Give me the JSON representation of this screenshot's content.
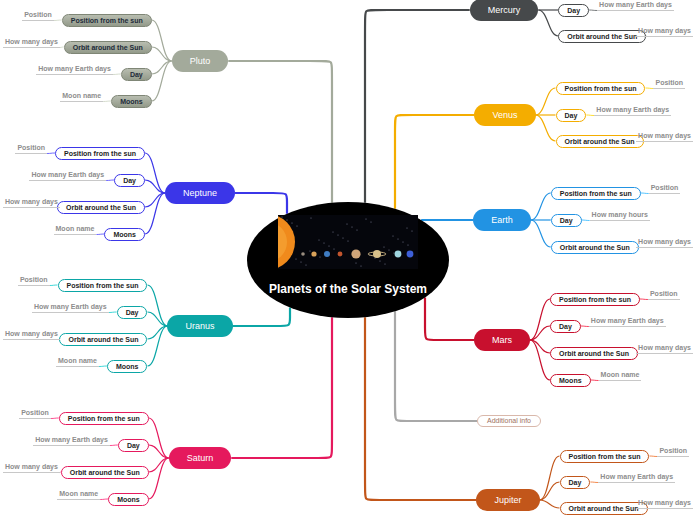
{
  "diagram": {
    "nodes": [
      {
        "text": [
          "Planets of the Solar System"
        ]
      },
      {
        "text": [
          "Mercury"
        ]
      },
      {
        "text": [
          "Day"
        ]
      },
      {
        "text": [
          "How many Earth days"
        ]
      },
      {
        "text": [
          "Orbit around the Sun"
        ]
      },
      {
        "text": [
          "How many days"
        ]
      },
      {
        "text": [
          "Venus"
        ]
      },
      {
        "text": [
          "Position from the sun"
        ]
      },
      {
        "text": [
          "Position"
        ]
      },
      {
        "text": [
          "Day"
        ]
      },
      {
        "text": [
          "How many Earth days"
        ]
      },
      {
        "text": [
          "Orbit around the Sun"
        ]
      },
      {
        "text": [
          "How many days"
        ]
      },
      {
        "text": [
          "Earth"
        ]
      },
      {
        "text": [
          "Position from the sun"
        ]
      },
      {
        "text": [
          "Position"
        ]
      },
      {
        "text": [
          "Day"
        ]
      },
      {
        "text": [
          "How many hours"
        ]
      },
      {
        "text": [
          "Orbit around the Sun"
        ]
      },
      {
        "text": [
          "How many days"
        ]
      },
      {
        "text": [
          "Mars"
        ]
      },
      {
        "text": [
          "Position from the sun"
        ]
      },
      {
        "text": [
          "Position"
        ]
      },
      {
        "text": [
          "Day"
        ]
      },
      {
        "text": [
          "How many Earth days"
        ]
      },
      {
        "text": [
          "Orbit around the Sun"
        ]
      },
      {
        "text": [
          "How many days"
        ]
      },
      {
        "text": [
          "Moons"
        ]
      },
      {
        "text": [
          "Moon name"
        ]
      },
      {
        "text": [
          "Additional info"
        ]
      },
      {
        "text": [
          "Jupiter"
        ]
      },
      {
        "text": [
          "Position from the sun"
        ]
      },
      {
        "text": [
          "Position"
        ]
      },
      {
        "text": [
          "Day"
        ]
      },
      {
        "text": [
          "How many Earth days"
        ]
      },
      {
        "text": [
          "Orbit around the Sun"
        ]
      },
      {
        "text": [
          "How many days"
        ]
      },
      {
        "text": [
          "Pluto"
        ]
      },
      {
        "text": [
          "Position from the sun"
        ]
      },
      {
        "text": [
          "Position"
        ]
      },
      {
        "text": [
          "Orbit around the Sun"
        ]
      },
      {
        "text": [
          "How many days"
        ]
      },
      {
        "text": [
          "Day"
        ]
      },
      {
        "text": [
          "How many Earth days"
        ]
      },
      {
        "text": [
          "Moons"
        ]
      },
      {
        "text": [
          "Moon name"
        ]
      },
      {
        "text": [
          "Neptune"
        ]
      },
      {
        "text": [
          "Position from the sun"
        ]
      },
      {
        "text": [
          "Position"
        ]
      },
      {
        "text": [
          "Day"
        ]
      },
      {
        "text": [
          "How many Earth days"
        ]
      },
      {
        "text": [
          "Orbit around the Sun"
        ]
      },
      {
        "text": [
          "How many days"
        ]
      },
      {
        "text": [
          "Moons"
        ]
      },
      {
        "text": [
          "Moon name"
        ]
      },
      {
        "text": [
          "Uranus"
        ]
      },
      {
        "text": [
          "Position from the sun"
        ]
      },
      {
        "text": [
          "Position"
        ]
      },
      {
        "text": [
          "Day"
        ]
      },
      {
        "text": [
          "How many Earth days"
        ]
      },
      {
        "text": [
          "Orbit around the Sun"
        ]
      },
      {
        "text": [
          "How many days"
        ]
      },
      {
        "text": [
          "Moons"
        ]
      },
      {
        "text": [
          "Moon name"
        ]
      },
      {
        "text": [
          "Saturn"
        ]
      },
      {
        "text": [
          "Position from the sun"
        ]
      },
      {
        "text": [
          "Position"
        ]
      },
      {
        "text": [
          "Day"
        ]
      },
      {
        "text": [
          "How many Earth days"
        ]
      },
      {
        "text": [
          "Orbit around the Sun"
        ]
      },
      {
        "text": [
          "How many days"
        ]
      },
      {
        "text": [
          "Moons"
        ]
      },
      {
        "text": [
          "Moon name"
        ]
      }
    ],
    "edges": [
      {
        "from": 0,
        "to": 1,
        "arrow": "none"
      },
      {
        "from": 0,
        "to": 6,
        "arrow": "none"
      },
      {
        "from": 0,
        "to": 13,
        "arrow": "none"
      },
      {
        "from": 0,
        "to": 20,
        "arrow": "none"
      },
      {
        "from": 0,
        "to": 29,
        "arrow": "none"
      },
      {
        "from": 0,
        "to": 30,
        "arrow": "none"
      },
      {
        "from": 0,
        "to": 37,
        "arrow": "none"
      },
      {
        "from": 0,
        "to": 46,
        "arrow": "none"
      },
      {
        "from": 0,
        "to": 55,
        "arrow": "none"
      },
      {
        "from": 0,
        "to": 64,
        "arrow": "none"
      },
      {
        "from": 1,
        "to": 2,
        "arrow": "none"
      },
      {
        "from": 2,
        "to": 3,
        "arrow": "none"
      },
      {
        "from": 1,
        "to": 4,
        "arrow": "none"
      },
      {
        "from": 4,
        "to": 5,
        "arrow": "none"
      },
      {
        "from": 6,
        "to": 7,
        "arrow": "none"
      },
      {
        "from": 7,
        "to": 8,
        "arrow": "none"
      },
      {
        "from": 6,
        "to": 9,
        "arrow": "none"
      },
      {
        "from": 9,
        "to": 10,
        "arrow": "none"
      },
      {
        "from": 6,
        "to": 11,
        "arrow": "none"
      },
      {
        "from": 11,
        "to": 12,
        "arrow": "none"
      },
      {
        "from": 13,
        "to": 14,
        "arrow": "none"
      },
      {
        "from": 14,
        "to": 15,
        "arrow": "none"
      },
      {
        "from": 13,
        "to": 16,
        "arrow": "none"
      },
      {
        "from": 16,
        "to": 17,
        "arrow": "none"
      },
      {
        "from": 13,
        "to": 18,
        "arrow": "none"
      },
      {
        "from": 18,
        "to": 19,
        "arrow": "none"
      },
      {
        "from": 20,
        "to": 21,
        "arrow": "none"
      },
      {
        "from": 21,
        "to": 22,
        "arrow": "none"
      },
      {
        "from": 20,
        "to": 23,
        "arrow": "none"
      },
      {
        "from": 23,
        "to": 24,
        "arrow": "none"
      },
      {
        "from": 20,
        "to": 25,
        "arrow": "none"
      },
      {
        "from": 25,
        "to": 26,
        "arrow": "none"
      },
      {
        "from": 20,
        "to": 27,
        "arrow": "none"
      },
      {
        "from": 27,
        "to": 28,
        "arrow": "none"
      },
      {
        "from": 30,
        "to": 31,
        "arrow": "none"
      },
      {
        "from": 31,
        "to": 32,
        "arrow": "none"
      },
      {
        "from": 30,
        "to": 33,
        "arrow": "none"
      },
      {
        "from": 33,
        "to": 34,
        "arrow": "none"
      },
      {
        "from": 30,
        "to": 35,
        "arrow": "none"
      },
      {
        "from": 35,
        "to": 36,
        "arrow": "none"
      },
      {
        "from": 37,
        "to": 38,
        "arrow": "none"
      },
      {
        "from": 38,
        "to": 39,
        "arrow": "none"
      },
      {
        "from": 37,
        "to": 40,
        "arrow": "none"
      },
      {
        "from": 40,
        "to": 41,
        "arrow": "none"
      },
      {
        "from": 37,
        "to": 42,
        "arrow": "none"
      },
      {
        "from": 42,
        "to": 43,
        "arrow": "none"
      },
      {
        "from": 37,
        "to": 44,
        "arrow": "none"
      },
      {
        "from": 44,
        "to": 45,
        "arrow": "none"
      },
      {
        "from": 46,
        "to": 47,
        "arrow": "none"
      },
      {
        "from": 47,
        "to": 48,
        "arrow": "none"
      },
      {
        "from": 46,
        "to": 49,
        "arrow": "none"
      },
      {
        "from": 49,
        "to": 50,
        "arrow": "none"
      },
      {
        "from": 46,
        "to": 51,
        "arrow": "none"
      },
      {
        "from": 51,
        "to": 52,
        "arrow": "none"
      },
      {
        "from": 46,
        "to": 53,
        "arrow": "none"
      },
      {
        "from": 53,
        "to": 54,
        "arrow": "none"
      },
      {
        "from": 55,
        "to": 56,
        "arrow": "none"
      },
      {
        "from": 56,
        "to": 57,
        "arrow": "none"
      },
      {
        "from": 55,
        "to": 58,
        "arrow": "none"
      },
      {
        "from": 58,
        "to": 59,
        "arrow": "none"
      },
      {
        "from": 55,
        "to": 60,
        "arrow": "none"
      },
      {
        "from": 60,
        "to": 61,
        "arrow": "none"
      },
      {
        "from": 55,
        "to": 62,
        "arrow": "none"
      },
      {
        "from": 62,
        "to": 63,
        "arrow": "none"
      },
      {
        "from": 64,
        "to": 65,
        "arrow": "none"
      },
      {
        "from": 65,
        "to": 66,
        "arrow": "none"
      },
      {
        "from": 64,
        "to": 67,
        "arrow": "none"
      },
      {
        "from": 67,
        "to": 68,
        "arrow": "none"
      },
      {
        "from": 64,
        "to": 69,
        "arrow": "none"
      },
      {
        "from": 69,
        "to": 70,
        "arrow": "none"
      },
      {
        "from": 64,
        "to": 71,
        "arrow": "none"
      },
      {
        "from": 71,
        "to": 72,
        "arrow": "none"
      }
    ]
  }
}
